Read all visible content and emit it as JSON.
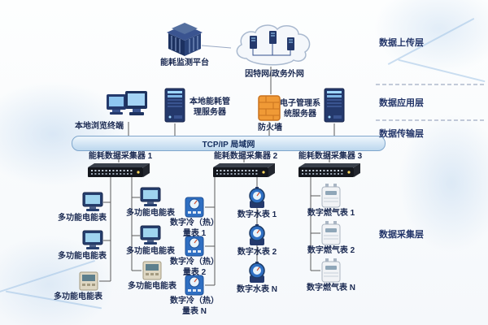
{
  "colors": {
    "device_navy": "#24396c",
    "firewall_orange": "#f09a36",
    "bus_fill": "#bcd7ee",
    "wire": "#5a5a5a",
    "label_text": "#1b2a52"
  },
  "icons": {
    "platform": "building-icon",
    "internet": "cloud-with-servers-icon",
    "terminal": "dual-monitor-icon",
    "local_server": "server-tower-icon",
    "firewall": "firewall-brick-icon",
    "ems_server": "server-tower-icon",
    "collector": "network-switch-icon",
    "electric_meter": "electric-meter-icon",
    "cool_heat_meter": "cool-heat-meter-icon",
    "water_meter": "water-meter-icon",
    "gas_meter": "gas-meter-icon"
  },
  "layers": {
    "upload": "数据上传层",
    "app": "数据应用层",
    "trans": "数据传输层",
    "collect": "数据采集层"
  },
  "nodes": {
    "platform": "能耗监测平台",
    "internet": "因特网/政务外网",
    "terminal": "本地浏览终端",
    "local_server": "本地能耗管理服务器",
    "firewall": "防火墙",
    "ems_server": "电子管理系统服务器",
    "lan": "TCP/IP 局域网"
  },
  "collectors": [
    {
      "label": "能耗数据采集器 1"
    },
    {
      "label": "能耗数据采集器 2"
    },
    {
      "label": "能耗数据采集器 3"
    }
  ],
  "meters": {
    "col1": [
      "多功能电能表",
      "多功能电能表",
      "多功能电能表"
    ],
    "col2": [
      "多功能电能表",
      "多功能电能表",
      "多功能电能表"
    ],
    "col3": [
      "数字冷（热）量表 1",
      "数字冷（热）量表 2",
      "数字冷（热）量表 N"
    ],
    "col4": [
      "数字水表 1",
      "数字水表 2",
      "数字水表 N"
    ],
    "col5": [
      "数字燃气表 1",
      "数字燃气表 2",
      "数字燃气表 N"
    ]
  }
}
